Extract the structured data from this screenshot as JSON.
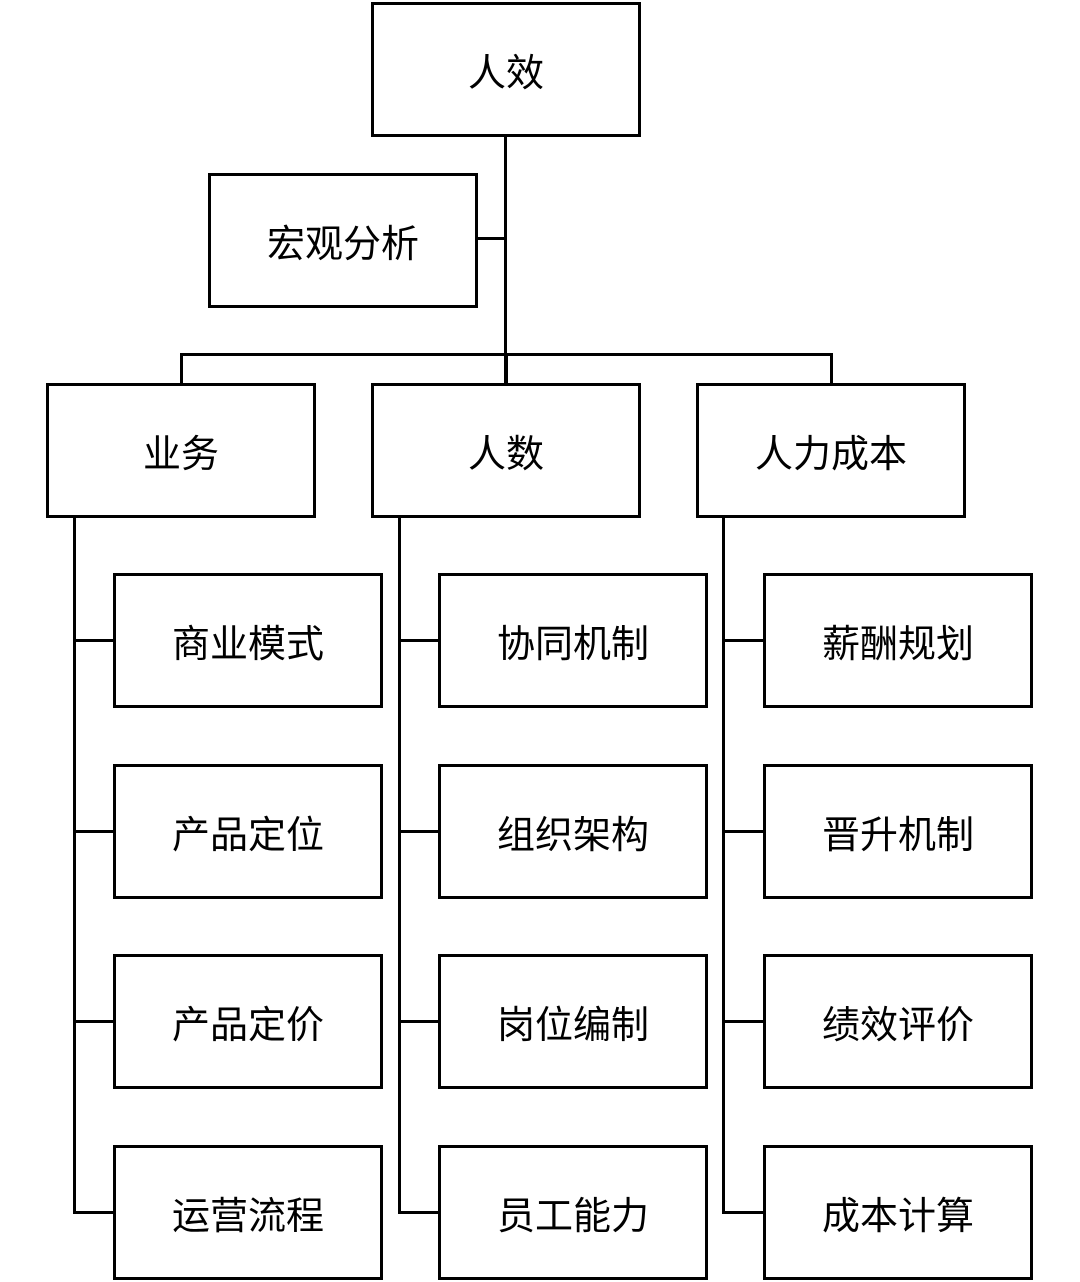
{
  "root": {
    "label": "人效"
  },
  "side": {
    "label": "宏观分析"
  },
  "branches": [
    {
      "label": "业务",
      "children": [
        "商业模式",
        "产品定位",
        "产品定价",
        "运营流程"
      ]
    },
    {
      "label": "人数",
      "children": [
        "协同机制",
        "组织架构",
        "岗位编制",
        "员工能力"
      ]
    },
    {
      "label": "人力成本",
      "children": [
        "薪酬规划",
        "晋升机制",
        "绩效评价",
        "成本计算"
      ]
    }
  ]
}
